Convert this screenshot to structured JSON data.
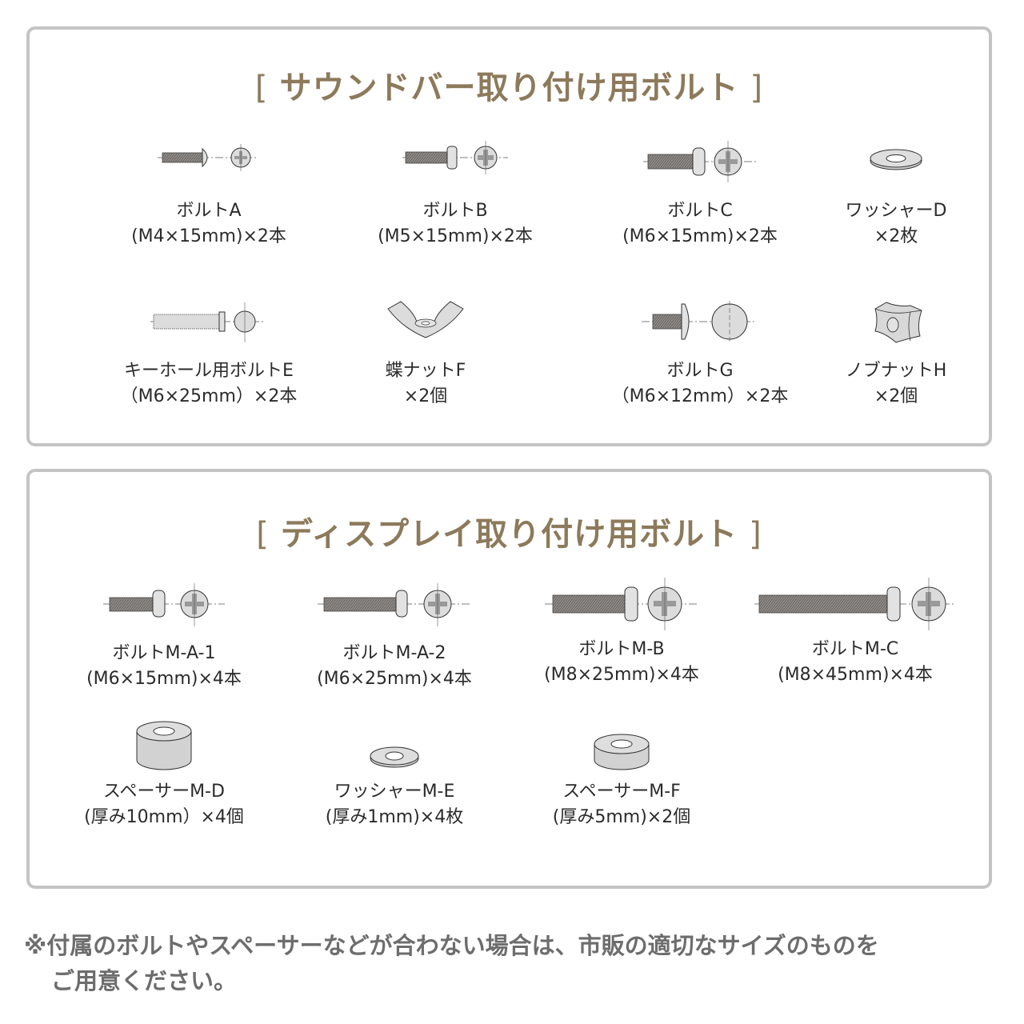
{
  "colors": {
    "title": "#8c7a5b",
    "border": "#c4c4c4",
    "text": "#2b2b2b",
    "note": "#6d6d6d",
    "part_fill": "#dcdcdc",
    "thread_fill": "#8a8886"
  },
  "soundbar_section": {
    "bracket_open": "[",
    "title": "サウンドバー取り付け用ボルト",
    "bracket_close": "]",
    "items": [
      {
        "name": "ボルトA",
        "spec": "(M4×15mm)×2本",
        "icon": "pan-head-bolt-icon"
      },
      {
        "name": "ボルトB",
        "spec": "(M5×15mm)×2本",
        "icon": "pan-head-bolt-icon"
      },
      {
        "name": "ボルトC",
        "spec": "(M6×15mm)×2本",
        "icon": "pan-head-bolt-icon"
      },
      {
        "name": "ワッシャーD",
        "spec": "×2枚",
        "icon": "washer-icon"
      },
      {
        "name": "キーホール用ボルトE",
        "spec": "（M6×25mm）×2本",
        "icon": "keyhole-bolt-icon"
      },
      {
        "name": "蝶ナットF",
        "spec": "×2個",
        "icon": "wing-nut-icon"
      },
      {
        "name": "ボルトG",
        "spec": "（M6×12mm）×2本",
        "icon": "flat-head-bolt-icon"
      },
      {
        "name": "ノブナットH",
        "spec": "×2個",
        "icon": "knob-nut-icon"
      }
    ]
  },
  "display_section": {
    "bracket_open": "[",
    "title": "ディスプレイ取り付け用ボルト",
    "bracket_close": "]",
    "items": [
      {
        "name": "ボルトM-A-1",
        "spec": "(M6×15mm)×4本",
        "icon": "pan-head-bolt-icon"
      },
      {
        "name": "ボルトM-A-2",
        "spec": "(M6×25mm)×4本",
        "icon": "pan-head-bolt-icon"
      },
      {
        "name": "ボルトM-B",
        "spec": "(M8×25mm)×4本",
        "icon": "pan-head-bolt-icon"
      },
      {
        "name": "ボルトM-C",
        "spec": "(M8×45mm)×4本",
        "icon": "pan-head-bolt-icon"
      },
      {
        "name": "スペーサーM-D",
        "spec": "(厚み10mm）×4個",
        "icon": "spacer-icon"
      },
      {
        "name": "ワッシャーM-E",
        "spec": "(厚み1mm)×4枚",
        "icon": "washer-icon"
      },
      {
        "name": "スペーサーM-F",
        "spec": "(厚み5mm)×2個",
        "icon": "spacer-icon"
      }
    ]
  },
  "note": {
    "line1": "※付属のボルトやスペーサーなどが合わない場合は、市販の適切なサイズのものを",
    "line2": "ご用意ください。"
  }
}
